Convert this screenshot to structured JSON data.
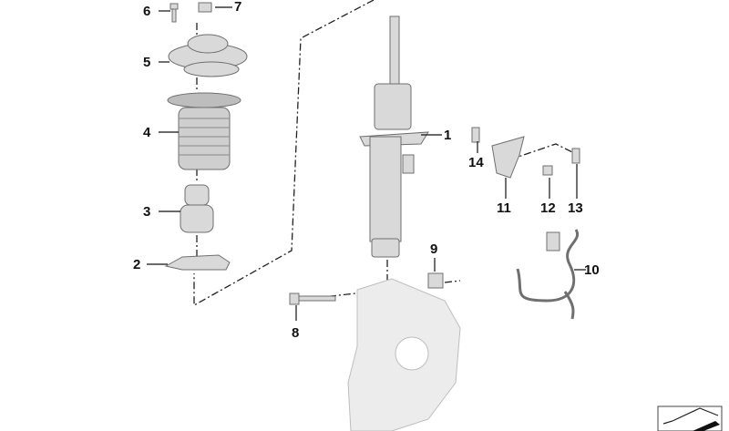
{
  "callouts": {
    "c1": "1",
    "c2": "2",
    "c3": "3",
    "c4": "4",
    "c5": "5",
    "c6": "6",
    "c7": "7",
    "c8": "8",
    "c9": "9",
    "c10": "10",
    "c11": "11",
    "c12": "12",
    "c13": "13",
    "c14": "14"
  },
  "colors": {
    "part_fill": "#d9d9d9",
    "part_stroke": "#6f6f6f",
    "leader": "#111111"
  }
}
